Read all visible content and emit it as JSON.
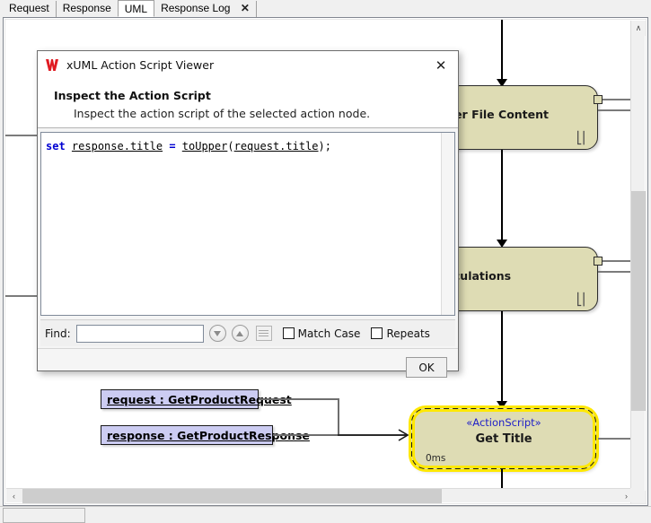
{
  "tabs": [
    {
      "label": "Request",
      "active": false,
      "closable": false
    },
    {
      "label": "Response",
      "active": false,
      "closable": false
    },
    {
      "label": "UML",
      "active": true,
      "closable": false
    },
    {
      "label": "Response Log",
      "active": false,
      "closable": true
    }
  ],
  "tab_close_glyph": "✕",
  "dialog": {
    "logo_name": "xuml-logo-icon",
    "title": "xUML Action Script Viewer",
    "close_glyph": "✕",
    "heading": "Inspect the Action Script",
    "subtext": "Inspect the action script of the selected action node.",
    "code": {
      "keyword": "set",
      "target": "response.title",
      "operator": "=",
      "function": "toUpper",
      "open_paren": "(",
      "argument": "request.title",
      "close_paren": ");"
    },
    "findbar": {
      "label": "Find:",
      "input_value": "",
      "input_placeholder": "",
      "find_next_icon": "find-next-down-icon",
      "find_prev_icon": "find-previous-up-icon",
      "find_all_icon": "find-all-list-icon",
      "match_case_label": "Match Case",
      "match_case_checked": false,
      "repeats_label": "Repeats",
      "repeats_checked": false
    },
    "ok_label": "OK"
  },
  "diagram": {
    "nodes": [
      {
        "id": "filter",
        "label": "Filter File Content",
        "fill": "#dedcb4",
        "pin_icon": "pin-icon"
      },
      {
        "id": "calc",
        "label": "Calculations",
        "fill": "#dedcb4",
        "pin_icon": "pin-icon"
      }
    ],
    "selected_node": {
      "stereotype": "«ActionScript»",
      "label": "Get Title",
      "duration": "0ms",
      "fill": "#dedcb4",
      "highlight_color": "#ffe800"
    },
    "data_boxes": [
      {
        "label": "request : GetProductRequest",
        "fill": "#ccccf2"
      },
      {
        "label": "response : GetProductResponse",
        "fill": "#ccccf2"
      }
    ]
  },
  "scrollbars": {
    "v_up_glyph": "∧",
    "v_down_glyph": "∨",
    "h_left_glyph": "‹",
    "h_right_glyph": "›"
  }
}
